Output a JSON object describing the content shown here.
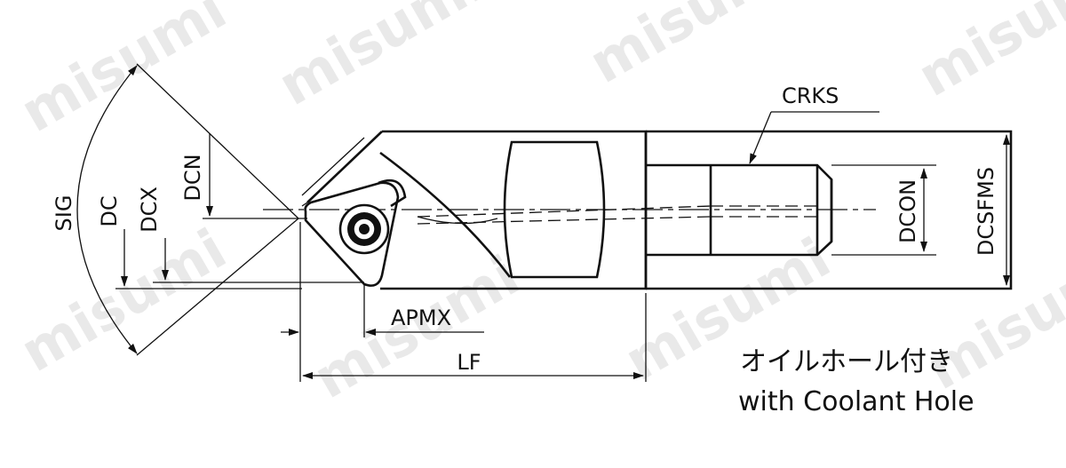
{
  "watermark": "misumi",
  "dimensions": {
    "sig": "SIG",
    "dc": "DC",
    "dcx": "DCX",
    "dcn": "DCN",
    "crks": "CRKS",
    "dcon": "DCON",
    "dcsfms": "DCSFMS",
    "apmx": "APMX",
    "lf": "LF"
  },
  "note": {
    "jp": "オイルホール付き",
    "en": "with Coolant Hole"
  }
}
